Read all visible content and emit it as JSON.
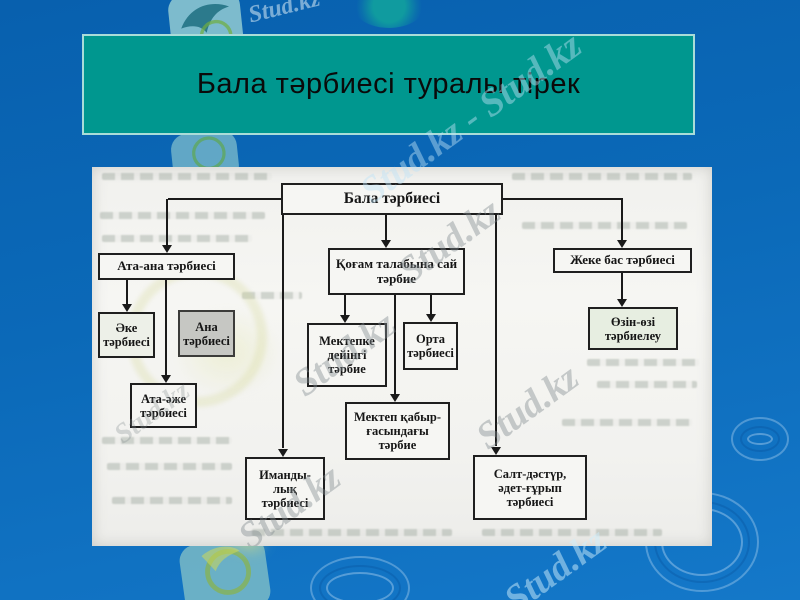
{
  "slide": {
    "title": "Бала тәрбиесі туралы тірек",
    "watermark": "Stud.kz",
    "watermark_double": "Stud.kz - Stud.kz",
    "colors": {
      "slide_background": "#0c6abc",
      "title_fill": "#00978f",
      "title_border": "#aadcd8",
      "title_text": "#0a0a0a",
      "page_background": "#f4f4f1",
      "diagram_line": "#1a1a1a",
      "node_fill": "#f6f6f3",
      "node_fill_gray": "#c6c7c3",
      "node_fill_green": "#e7eee1",
      "watermark_gray": "#8a9298"
    }
  },
  "diagram": {
    "nodes": [
      {
        "id": "bala-tarbiesi",
        "lines": [
          "Бала тәрбиесі"
        ]
      },
      {
        "id": "ata-ana-tarbiesi",
        "lines": [
          "Ата-ана тәрбиесі"
        ]
      },
      {
        "id": "ake-tarbiesi",
        "lines": [
          "Әке",
          "тәрбиесі"
        ]
      },
      {
        "id": "ana-tarbiesi",
        "lines": [
          "Ана",
          "тәрбиесі"
        ]
      },
      {
        "id": "ata-azhe-tarbiesi",
        "lines": [
          "Ата-әже",
          "тәрбиесі"
        ]
      },
      {
        "id": "qogham-talabyna-sai-tarbie",
        "lines": [
          "Қоғам талабына сай",
          "тәрбие"
        ]
      },
      {
        "id": "mektepke-deiingi-tarbie",
        "lines": [
          "Мектепке",
          "дейінгі",
          "тәрбие"
        ]
      },
      {
        "id": "orta-tarbiesi",
        "lines": [
          "Орта",
          "тәрбиесі"
        ]
      },
      {
        "id": "mektep-qabyrghasyndaghy-tarbie",
        "lines": [
          "Мектеп қабыр-",
          "ғасындағы",
          "тәрбие"
        ]
      },
      {
        "id": "imandylyq-tarbiesi",
        "lines": [
          "Иманды-",
          "лық",
          "тәрбиесі"
        ]
      },
      {
        "id": "zheke-bas-tarbiesi",
        "lines": [
          "Жеке бас тәрбиесі"
        ]
      },
      {
        "id": "ozin-ozi-tarbieleu",
        "lines": [
          "Өзін-өзі",
          "тәрбиелеу"
        ]
      },
      {
        "id": "salt-dastur-adet-ghuryp-tarbiesi",
        "lines": [
          "Салт-дәстүр,",
          "әдет-ғұрып",
          "тәрбиесі"
        ]
      }
    ]
  }
}
